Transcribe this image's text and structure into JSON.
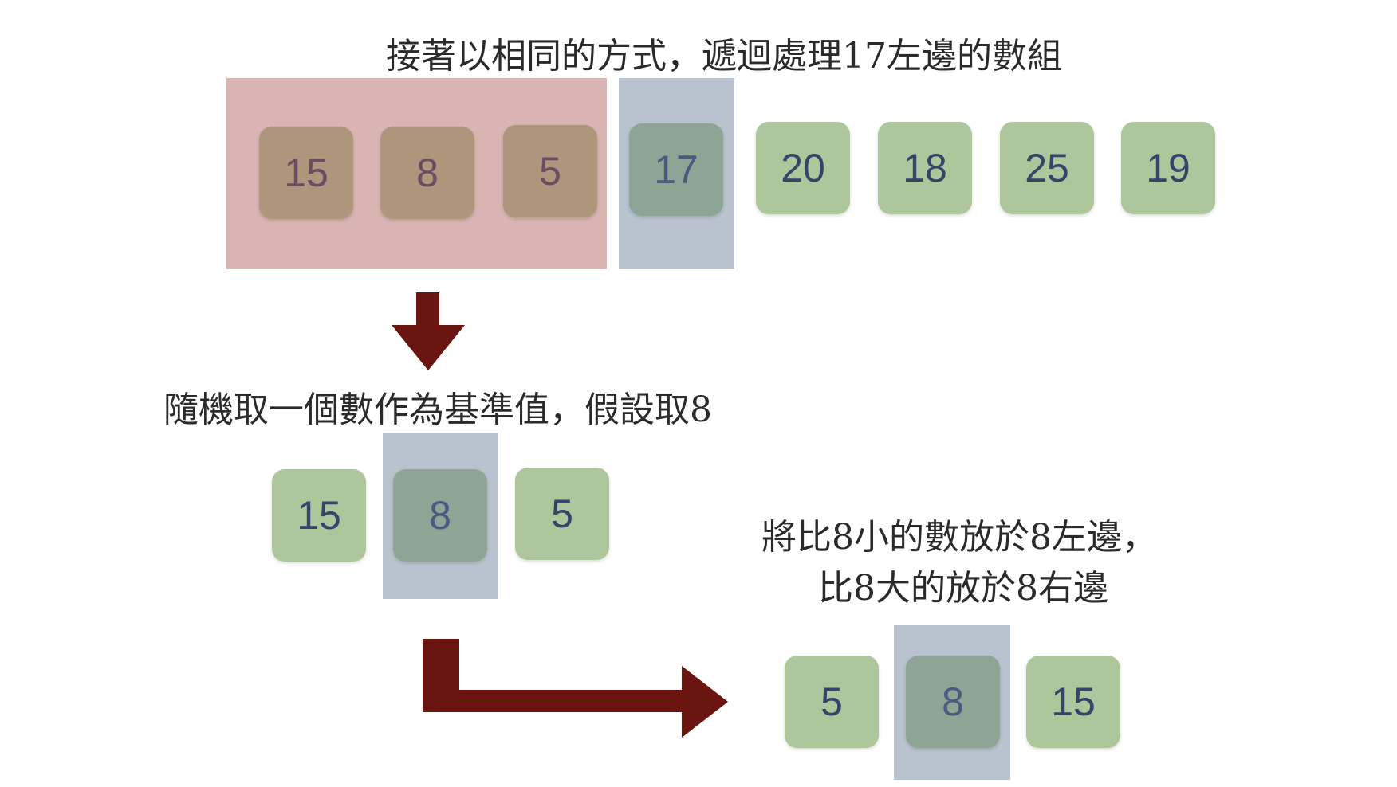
{
  "title": "接著以相同的方式，遞迴處理17左邊的數組",
  "step1": {
    "left": [
      "15",
      "8",
      "5"
    ],
    "pivot": "17",
    "right": [
      "20",
      "18",
      "25",
      "19"
    ]
  },
  "caption2": "隨機取一個數作為基準值，假設取8",
  "step2": {
    "left": "15",
    "pivot": "8",
    "right": "5"
  },
  "caption3": {
    "line1": "將比8小的數放於8左邊，",
    "line2": "比8大的放於8右邊"
  },
  "step3": {
    "left": "5",
    "pivot": "8",
    "right": "15"
  },
  "colors": {
    "arrow": "#6b1510",
    "green": "#aec69b",
    "pivot_zone": "#b9c2cf",
    "left_zone": "#d9b4b3"
  }
}
